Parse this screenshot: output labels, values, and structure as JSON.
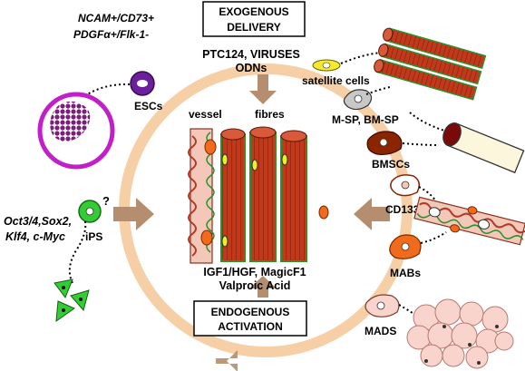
{
  "boxes": {
    "exogenous_line1": "EXOGENOUS",
    "exogenous_line2": "DELIVERY",
    "endogenous_line1": "ENDOGENOUS",
    "endogenous_line2": "ACTIVATION"
  },
  "delivery": {
    "line1": "PTC124, VIRUSES",
    "line2": "ODNs"
  },
  "activation": {
    "line1": "IGF1/HGF, MagicF1",
    "line2": "Valproic Acid"
  },
  "center": {
    "vessel": "vessel",
    "fibres": "fibres"
  },
  "cells": {
    "esc_markers_line1": "NCAM+/CD73+",
    "esc_markers_line2": "PDGF",
    "esc_markers_alpha": "α",
    "esc_markers_line2_end": "+/Flk-1-",
    "escs": "ESCs",
    "ips_factors_line1": "Oct3/4,Sox2,",
    "ips_factors_line2": "Klf4, c-Myc",
    "ips": "iPS",
    "question": "?",
    "satellite": "satellite cells",
    "msp": "M-SP, BM-SP",
    "bmscs": "BMSCs",
    "cd133": "CD133",
    "cd133_sup": "+",
    "mabs": "MABs",
    "mads": "MADS"
  },
  "colors": {
    "ring": "#F6CFA6",
    "arrow": "#B48E6F",
    "fibre": "#C0391B",
    "fibre_edge": "#2F8F2F",
    "esc_ring": "#C21FC8",
    "esc_cell": "#6B1F9C",
    "ips_green": "#33CC33",
    "satellite_yellow": "#F5EB2A",
    "bmsc_brown": "#8B2500",
    "mab_orange": "#F26A1B",
    "fat_pink": "#F9D4CC"
  }
}
